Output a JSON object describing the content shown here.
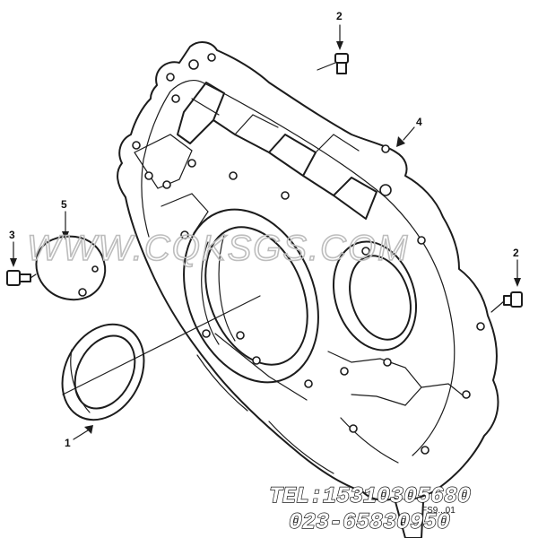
{
  "callouts": {
    "top_bolt": "2",
    "housing": "4",
    "cover": "5",
    "left_bolt": "3",
    "right_bolt": "2",
    "seal": "1"
  },
  "watermark": "WWW.CQKSGS.COM",
  "contact": {
    "tel": "TEL:15310305680",
    "phone": "023-65830950"
  },
  "reference_code": "FS9...01"
}
